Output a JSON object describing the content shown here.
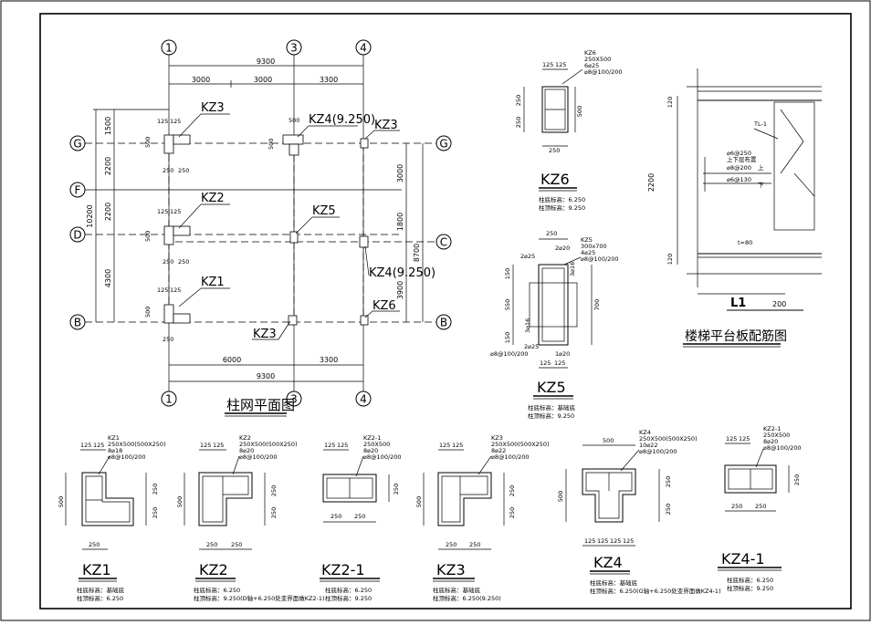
{
  "plan": {
    "title": "柱网平面图",
    "axis_top": [
      "1",
      "3",
      "4"
    ],
    "axis_bottom": [
      "1",
      "3",
      "4"
    ],
    "axis_left": [
      "G",
      "F",
      "D",
      "B"
    ],
    "axis_right": [
      "G",
      "C",
      "B"
    ],
    "dim_top_total": "9300",
    "dim_top_segments": [
      "3000",
      "3000",
      "3300"
    ],
    "dim_bottom_segments": [
      "6000",
      "3300"
    ],
    "dim_bottom_total": "9300",
    "dim_left_segments": [
      "1500",
      "2200",
      "2200",
      "4300"
    ],
    "dim_left_total": "10200",
    "dim_right_segments": [
      "3000",
      "1800",
      "3900"
    ],
    "dim_right_total": "8700",
    "col_labels": {
      "kz3_top": "KZ3",
      "kz4_top": "KZ4(9.250)",
      "kz3_right": "KZ3",
      "kz2": "KZ2",
      "kz5": "KZ5",
      "kz4_right": "KZ4(9.250)",
      "kz1": "KZ1",
      "kz6": "KZ6",
      "kz3_bottom": "KZ3"
    },
    "small_dims": {
      "d125a": "125",
      "d125b": "125",
      "d500": "500",
      "d250": "250",
      "d250b": "250",
      "d125c": "125",
      "d125d": "125",
      "d250c": "250"
    }
  },
  "kz6": {
    "name": "KZ6",
    "spec": [
      "KZ6",
      "250X500",
      "6⌀25",
      "⌀8@100/200"
    ],
    "top_dims": [
      "125",
      "125"
    ],
    "left_dims": [
      "250",
      "250"
    ],
    "right_dim": "500",
    "bottom_dim": "250",
    "note1": "柱底标高：6.250",
    "note2": "柱顶标高：9.250"
  },
  "kz5": {
    "name": "KZ5",
    "spec": [
      "KZ5",
      "300x700",
      "4⌀25",
      "⌀8@100/200"
    ],
    "top_dim": "250",
    "bars_top": [
      "2⌀25",
      "2⌀20"
    ],
    "side_bars": [
      "3⌀16",
      "3⌀16"
    ],
    "bars_bottom": [
      "2⌀25",
      "1⌀20"
    ],
    "stirrup": "⌀8@100/200",
    "left_dims": [
      "150",
      "550",
      "150"
    ],
    "right_dim": "700",
    "bottom_dims": [
      "125",
      "125"
    ],
    "note1": "柱底标高：基础底",
    "note2": "柱顶标高：9.250"
  },
  "stair": {
    "title": "楼梯平台板配筋图",
    "dims": [
      "120",
      "2200",
      "120"
    ],
    "labels": [
      "TL-1",
      "⌀6@250",
      "上下层布置",
      "⌀8@200",
      "上",
      "⌀6@130",
      "下",
      "t=80"
    ],
    "beam": "L1",
    "beam_dim": "200"
  },
  "sections": [
    {
      "name": "KZ1",
      "spec": [
        "KZ1",
        "250X500(500X250)",
        "8⌀18",
        "⌀8@100/200"
      ],
      "top": [
        "125",
        "125"
      ],
      "left": "500",
      "right": [
        "250",
        "250"
      ],
      "bottom": [
        "250"
      ],
      "notes": [
        "柱底标高：基础底",
        "柱顶标高：6.250"
      ]
    },
    {
      "name": "KZ2",
      "spec": [
        "KZ2",
        "250X500(500X250)",
        "8⌀20",
        "⌀8@100/200"
      ],
      "top": [
        "125",
        "125"
      ],
      "left": "500",
      "right": [
        "250",
        "250"
      ],
      "bottom": [
        "250",
        "250"
      ],
      "notes": [
        "柱底标高：6.250",
        "柱顶标高：9.250(D轴+6.250处变界面做KZ2-1)"
      ]
    },
    {
      "name": "KZ2-1",
      "spec": [
        "KZ2-1",
        "250X500",
        "8⌀20",
        "⌀8@100/200"
      ],
      "top": [
        "125",
        "125"
      ],
      "left": "",
      "right": [
        "250"
      ],
      "bottom": [
        "250",
        "250"
      ],
      "notes": [
        "柱底标高：6.250",
        "柱顶标高：9.250"
      ]
    },
    {
      "name": "KZ3",
      "spec": [
        "KZ3",
        "250X500(500X250)",
        "8⌀22",
        "⌀8@100/200"
      ],
      "top": [
        "125",
        "125"
      ],
      "left": "500",
      "right": [
        "250",
        "250"
      ],
      "bottom": [
        "250",
        "250"
      ],
      "notes": [
        "柱底标高：基础底",
        "柱顶标高：6.250(9.250)"
      ]
    },
    {
      "name": "KZ4",
      "spec": [
        "KZ4",
        "250X500(500X250)",
        "10⌀22",
        "⌀8@100/200"
      ],
      "top": [
        "500"
      ],
      "left": "500",
      "right": [
        "250",
        "250"
      ],
      "bottom": [
        "125",
        "125",
        "125",
        "125"
      ],
      "notes": [
        "柱底标高：基础底",
        "柱顶标高：6.250(G轴+6.250处变界面做KZ4-1)"
      ]
    },
    {
      "name": "KZ4-1",
      "spec": [
        "KZ2-1",
        "250X500",
        "8⌀20",
        "⌀8@100/200"
      ],
      "top": [
        "125",
        "125"
      ],
      "left": "",
      "right": [
        "250"
      ],
      "bottom": [
        "250",
        "250"
      ],
      "notes": [
        "柱底标高：6.250",
        "柱顶标高：9.250"
      ]
    }
  ]
}
